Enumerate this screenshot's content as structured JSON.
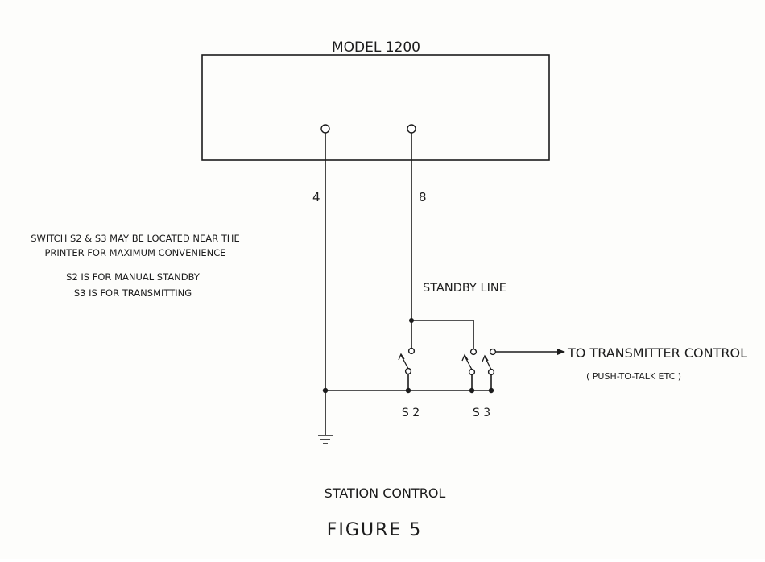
{
  "diagram": {
    "title": "MODEL 1200",
    "terminals": [
      {
        "id": "t4",
        "label": "4"
      },
      {
        "id": "t8",
        "label": "8"
      }
    ],
    "notes": [
      "SWITCH S2 & S3 MAY BE LOCATED NEAR THE",
      "PRINTER FOR MAXIMUM CONVENIENCE",
      "S2 IS FOR MANUAL STANDBY",
      "S3 IS FOR TRANSMITTING"
    ],
    "standby_label": "STANDBY LINE",
    "output_label": "TO TRANSMITTER CONTROL",
    "output_sublabel": "( PUSH-TO-TALK ETC )",
    "switches": [
      {
        "id": "s2",
        "label": "S 2"
      },
      {
        "id": "s3",
        "label": "S 3"
      }
    ],
    "caption": "STATION CONTROL",
    "figure": "FIGURE 5"
  },
  "colors": {
    "ink": "#1c1c1c",
    "paper": "#fdfdfb"
  }
}
